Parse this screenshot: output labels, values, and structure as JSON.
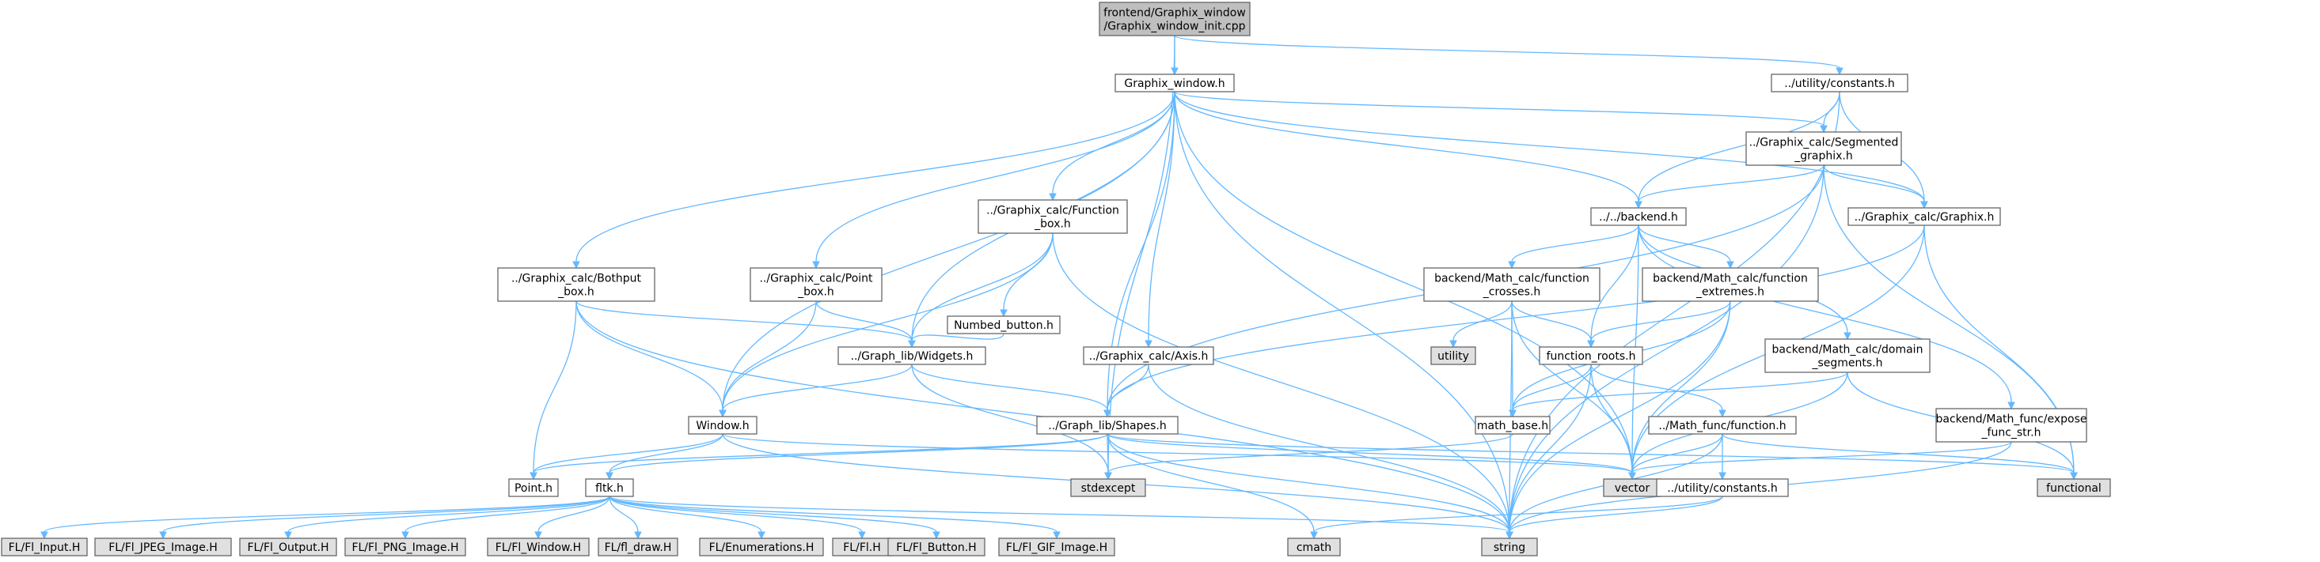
{
  "graph": {
    "colors": {
      "root_fill": "#bfbfbf",
      "node_fill": "#ffffff",
      "external_fill": "#e0e0e0",
      "border": "#666666",
      "edge": "#63b8ff",
      "text": "#000000"
    },
    "nodes": [
      {
        "id": "root",
        "kind": "root",
        "lines": [
          "frontend/Graphix_window",
          "/Graphix_window_init.cpp"
        ]
      },
      {
        "id": "gwin",
        "kind": "file",
        "lines": [
          "Graphix_window.h"
        ]
      },
      {
        "id": "uconst",
        "kind": "file",
        "lines": [
          "../utility/constants.h"
        ]
      },
      {
        "id": "segm",
        "kind": "file",
        "lines": [
          "../Graphix_calc/Segmented",
          "_graphix.h"
        ]
      },
      {
        "id": "backend",
        "kind": "file",
        "lines": [
          "../../backend.h"
        ]
      },
      {
        "id": "graphix",
        "kind": "file",
        "lines": [
          "../Graphix_calc/Graphix.h"
        ]
      },
      {
        "id": "fbox",
        "kind": "file",
        "lines": [
          "../Graphix_calc/Function",
          "_box.h"
        ]
      },
      {
        "id": "bothput",
        "kind": "file",
        "lines": [
          "../Graphix_calc/Bothput",
          "_box.h"
        ]
      },
      {
        "id": "pbox",
        "kind": "file",
        "lines": [
          "../Graphix_calc/Point",
          "_box.h"
        ]
      },
      {
        "id": "numbtn",
        "kind": "file",
        "lines": [
          "Numbed_button.h"
        ]
      },
      {
        "id": "fcross",
        "kind": "file",
        "lines": [
          "backend/Math_calc/function",
          "_crosses.h"
        ]
      },
      {
        "id": "fext",
        "kind": "file",
        "lines": [
          "backend/Math_calc/function",
          "_extremes.h"
        ]
      },
      {
        "id": "widgets",
        "kind": "file",
        "lines": [
          "../Graph_lib/Widgets.h"
        ]
      },
      {
        "id": "axis",
        "kind": "file",
        "lines": [
          "../Graphix_calc/Axis.h"
        ]
      },
      {
        "id": "utility",
        "kind": "external",
        "lines": [
          "utility"
        ]
      },
      {
        "id": "froots",
        "kind": "file",
        "lines": [
          "function_roots.h"
        ]
      },
      {
        "id": "domseg",
        "kind": "file",
        "lines": [
          "backend/Math_calc/domain",
          "_segments.h"
        ]
      },
      {
        "id": "window",
        "kind": "file",
        "lines": [
          "Window.h"
        ]
      },
      {
        "id": "shapes",
        "kind": "file",
        "lines": [
          "../Graph_lib/Shapes.h"
        ]
      },
      {
        "id": "mathbase",
        "kind": "file",
        "lines": [
          "math_base.h"
        ]
      },
      {
        "id": "mfunc",
        "kind": "file",
        "lines": [
          "../Math_func/function.h"
        ]
      },
      {
        "id": "expose",
        "kind": "file",
        "lines": [
          "backend/Math_func/expose",
          "_func_str.h"
        ]
      },
      {
        "id": "stdexcept",
        "kind": "external",
        "lines": [
          "stdexcept"
        ]
      },
      {
        "id": "pointh",
        "kind": "file",
        "lines": [
          "Point.h"
        ]
      },
      {
        "id": "fltk",
        "kind": "file",
        "lines": [
          "fltk.h"
        ]
      },
      {
        "id": "vector",
        "kind": "external",
        "lines": [
          "vector"
        ]
      },
      {
        "id": "uconst2",
        "kind": "file",
        "lines": [
          "../utility/constants.h"
        ]
      },
      {
        "id": "functional",
        "kind": "external",
        "lines": [
          "functional"
        ]
      },
      {
        "id": "flinput",
        "kind": "external",
        "lines": [
          "FL/Fl_Input.H"
        ]
      },
      {
        "id": "fljpeg",
        "kind": "external",
        "lines": [
          "FL/Fl_JPEG_Image.H"
        ]
      },
      {
        "id": "floutput",
        "kind": "external",
        "lines": [
          "FL/Fl_Output.H"
        ]
      },
      {
        "id": "flpng",
        "kind": "external",
        "lines": [
          "FL/Fl_PNG_Image.H"
        ]
      },
      {
        "id": "flwindow",
        "kind": "external",
        "lines": [
          "FL/Fl_Window.H"
        ]
      },
      {
        "id": "fldraw",
        "kind": "external",
        "lines": [
          "FL/fl_draw.H"
        ]
      },
      {
        "id": "flenum",
        "kind": "external",
        "lines": [
          "FL/Enumerations.H"
        ]
      },
      {
        "id": "flh",
        "kind": "external",
        "lines": [
          "FL/Fl.H"
        ]
      },
      {
        "id": "flbutton",
        "kind": "external",
        "lines": [
          "FL/Fl_Button.H"
        ]
      },
      {
        "id": "flgif",
        "kind": "external",
        "lines": [
          "FL/Fl_GIF_Image.H"
        ]
      },
      {
        "id": "cmath",
        "kind": "external",
        "lines": [
          "cmath"
        ]
      },
      {
        "id": "string",
        "kind": "external",
        "lines": [
          "string"
        ]
      }
    ],
    "edges": [
      [
        "root",
        "gwin"
      ],
      [
        "root",
        "uconst"
      ],
      [
        "root",
        "stdexcept"
      ],
      [
        "gwin",
        "segm"
      ],
      [
        "gwin",
        "backend"
      ],
      [
        "gwin",
        "graphix"
      ],
      [
        "gwin",
        "fbox"
      ],
      [
        "gwin",
        "bothput"
      ],
      [
        "gwin",
        "pbox"
      ],
      [
        "gwin",
        "widgets"
      ],
      [
        "gwin",
        "axis"
      ],
      [
        "gwin",
        "window"
      ],
      [
        "gwin",
        "shapes"
      ],
      [
        "gwin",
        "vector"
      ],
      [
        "gwin",
        "string"
      ],
      [
        "uconst",
        "segm"
      ],
      [
        "uconst",
        "backend"
      ],
      [
        "uconst",
        "graphix"
      ],
      [
        "uconst",
        "string"
      ],
      [
        "segm",
        "backend"
      ],
      [
        "segm",
        "graphix"
      ],
      [
        "segm",
        "shapes"
      ],
      [
        "segm",
        "functional"
      ],
      [
        "segm",
        "string"
      ],
      [
        "backend",
        "fcross"
      ],
      [
        "backend",
        "fext"
      ],
      [
        "backend",
        "froots"
      ],
      [
        "backend",
        "domseg"
      ],
      [
        "backend",
        "expose"
      ],
      [
        "backend",
        "vector"
      ],
      [
        "graphix",
        "shapes"
      ],
      [
        "graphix",
        "vector"
      ],
      [
        "graphix",
        "functional"
      ],
      [
        "fbox",
        "numbtn"
      ],
      [
        "fbox",
        "widgets"
      ],
      [
        "fbox",
        "window"
      ],
      [
        "fbox",
        "string"
      ],
      [
        "bothput",
        "widgets"
      ],
      [
        "bothput",
        "window"
      ],
      [
        "bothput",
        "pointh"
      ],
      [
        "bothput",
        "string"
      ],
      [
        "pbox",
        "widgets"
      ],
      [
        "pbox",
        "window"
      ],
      [
        "numbtn",
        "widgets"
      ],
      [
        "fcross",
        "utility"
      ],
      [
        "fcross",
        "froots"
      ],
      [
        "fcross",
        "mathbase"
      ],
      [
        "fcross",
        "vector"
      ],
      [
        "fcross",
        "string"
      ],
      [
        "fext",
        "froots"
      ],
      [
        "fext",
        "mathbase"
      ],
      [
        "fext",
        "vector"
      ],
      [
        "fext",
        "string"
      ],
      [
        "widgets",
        "window"
      ],
      [
        "widgets",
        "shapes"
      ],
      [
        "widgets",
        "stdexcept"
      ],
      [
        "axis",
        "shapes"
      ],
      [
        "axis",
        "string"
      ],
      [
        "froots",
        "mathbase"
      ],
      [
        "froots",
        "mfunc"
      ],
      [
        "froots",
        "vector"
      ],
      [
        "froots",
        "string"
      ],
      [
        "domseg",
        "mathbase"
      ],
      [
        "domseg",
        "vector"
      ],
      [
        "domseg",
        "functional"
      ],
      [
        "window",
        "pointh"
      ],
      [
        "window",
        "fltk"
      ],
      [
        "window",
        "vector"
      ],
      [
        "window",
        "string"
      ],
      [
        "shapes",
        "pointh"
      ],
      [
        "shapes",
        "fltk"
      ],
      [
        "shapes",
        "stdexcept"
      ],
      [
        "shapes",
        "vector"
      ],
      [
        "shapes",
        "functional"
      ],
      [
        "shapes",
        "cmath"
      ],
      [
        "shapes",
        "string"
      ],
      [
        "mathbase",
        "stdexcept"
      ],
      [
        "mfunc",
        "vector"
      ],
      [
        "mfunc",
        "uconst2"
      ],
      [
        "mfunc",
        "functional"
      ],
      [
        "mfunc",
        "string"
      ],
      [
        "expose",
        "vector"
      ],
      [
        "expose",
        "string"
      ],
      [
        "uconst2",
        "cmath"
      ],
      [
        "uconst2",
        "string"
      ],
      [
        "fltk",
        "flinput"
      ],
      [
        "fltk",
        "fljpeg"
      ],
      [
        "fltk",
        "floutput"
      ],
      [
        "fltk",
        "flpng"
      ],
      [
        "fltk",
        "flwindow"
      ],
      [
        "fltk",
        "fldraw"
      ],
      [
        "fltk",
        "flenum"
      ],
      [
        "fltk",
        "flh"
      ],
      [
        "fltk",
        "flbutton"
      ],
      [
        "fltk",
        "flgif"
      ],
      [
        "fltk",
        "string"
      ]
    ]
  }
}
